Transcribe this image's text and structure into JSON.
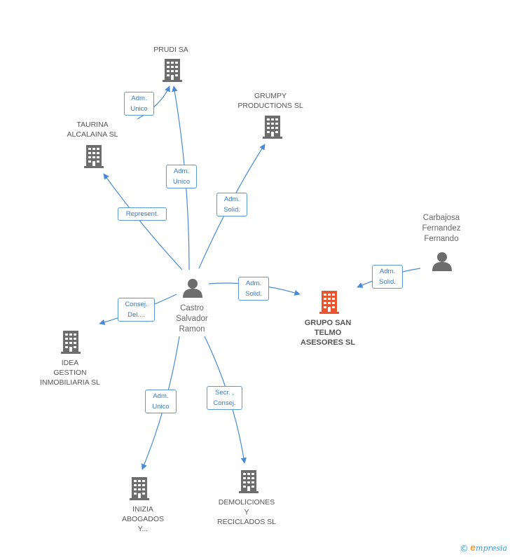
{
  "colors": {
    "edge": "#4a8ad4",
    "building": "#6d6d6d",
    "focus_building": "#e8552e",
    "person": "#6d6d6d"
  },
  "nodes": {
    "prudi": "PRUDI SA",
    "grumpy": "GRUMPY\nPRODUCTIONS SL",
    "taurina": "TAURINA\nALCALAINA  SL",
    "carbajosa": "Carbajosa\nFernandez\nFernando",
    "castro": "Castro\nSalvador\nRamon",
    "grupo": "GRUPO SAN\nTELMO\nASESORES SL",
    "idea": "IDEA\nGESTION\nINMOBILIARIA SL",
    "inizia": "INIZIA\nABOGADOS\nY...",
    "demoliciones": "DEMOLICIONES\nY\nRECICLADOS SL"
  },
  "edges": {
    "taurina_prudi": "Adm.\nUnico",
    "castro_prudi": "Adm.\nUnico",
    "castro_grumpy": "Adm.\nSolid.",
    "castro_taurina": "Represent.",
    "castro_grupo": "Adm.\nSolid.",
    "carbajosa_grupo": "Adm.\nSolid.",
    "castro_idea": "Consej.\nDel....",
    "castro_inizia": "Adm.\nUnico",
    "castro_demoliciones": "Secr. ,\nConsej."
  },
  "footer": {
    "copyright": "©",
    "brand_initial": "e",
    "brand_rest": "mpresia"
  }
}
